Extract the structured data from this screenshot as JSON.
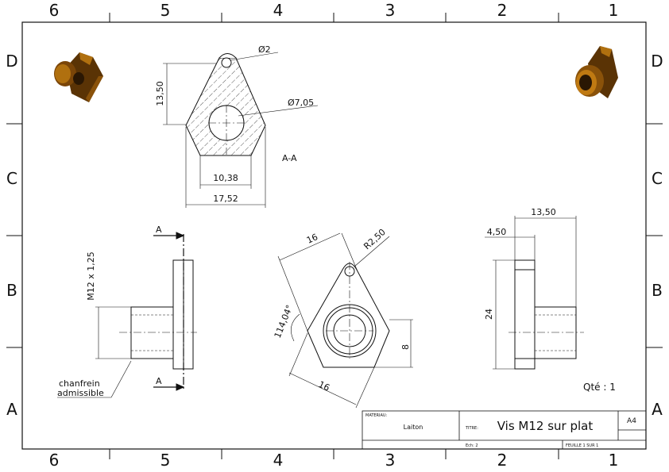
{
  "border": {
    "columns_top": [
      "6",
      "5",
      "4",
      "3",
      "2",
      "1"
    ],
    "columns_bottom": [
      "6",
      "5",
      "4",
      "3",
      "2",
      "1"
    ],
    "rows_left": [
      "D",
      "C",
      "B",
      "A"
    ],
    "rows_right": [
      "D",
      "C",
      "B",
      "A"
    ]
  },
  "section_view": {
    "label": "A-A",
    "dim_hole_small": "Ø2",
    "dim_hole_large": "Ø7,05",
    "dim_height": "13,50",
    "dim_width_inner": "10,38",
    "dim_width_outer": "17,52"
  },
  "left_view": {
    "section_mark_top": "A",
    "section_mark_bottom": "A",
    "thread_label": "M12 x 1,25",
    "note_line1": "chanfrein",
    "note_line2": "admissible"
  },
  "front_view": {
    "dim_top": "16",
    "dim_radius": "R2,50",
    "dim_angle": "114,04°",
    "dim_right": "8",
    "dim_bottom": "16"
  },
  "right_view": {
    "dim_total": "13,50",
    "dim_plate": "4,50",
    "dim_height": "24"
  },
  "quantity": "Qté : 1",
  "title_block": {
    "material_label": "MATERIAU:",
    "material_value": "Laiton",
    "title_label": "TITRE:",
    "title_value": "Vis M12 sur plat",
    "format": "A4",
    "scale": "Ech: 2",
    "sheet": "FEUILLE 1 SUR 1"
  },
  "colors": {
    "line": "#111111",
    "part_dark": "#5a3305",
    "part_light": "#b0700f"
  }
}
